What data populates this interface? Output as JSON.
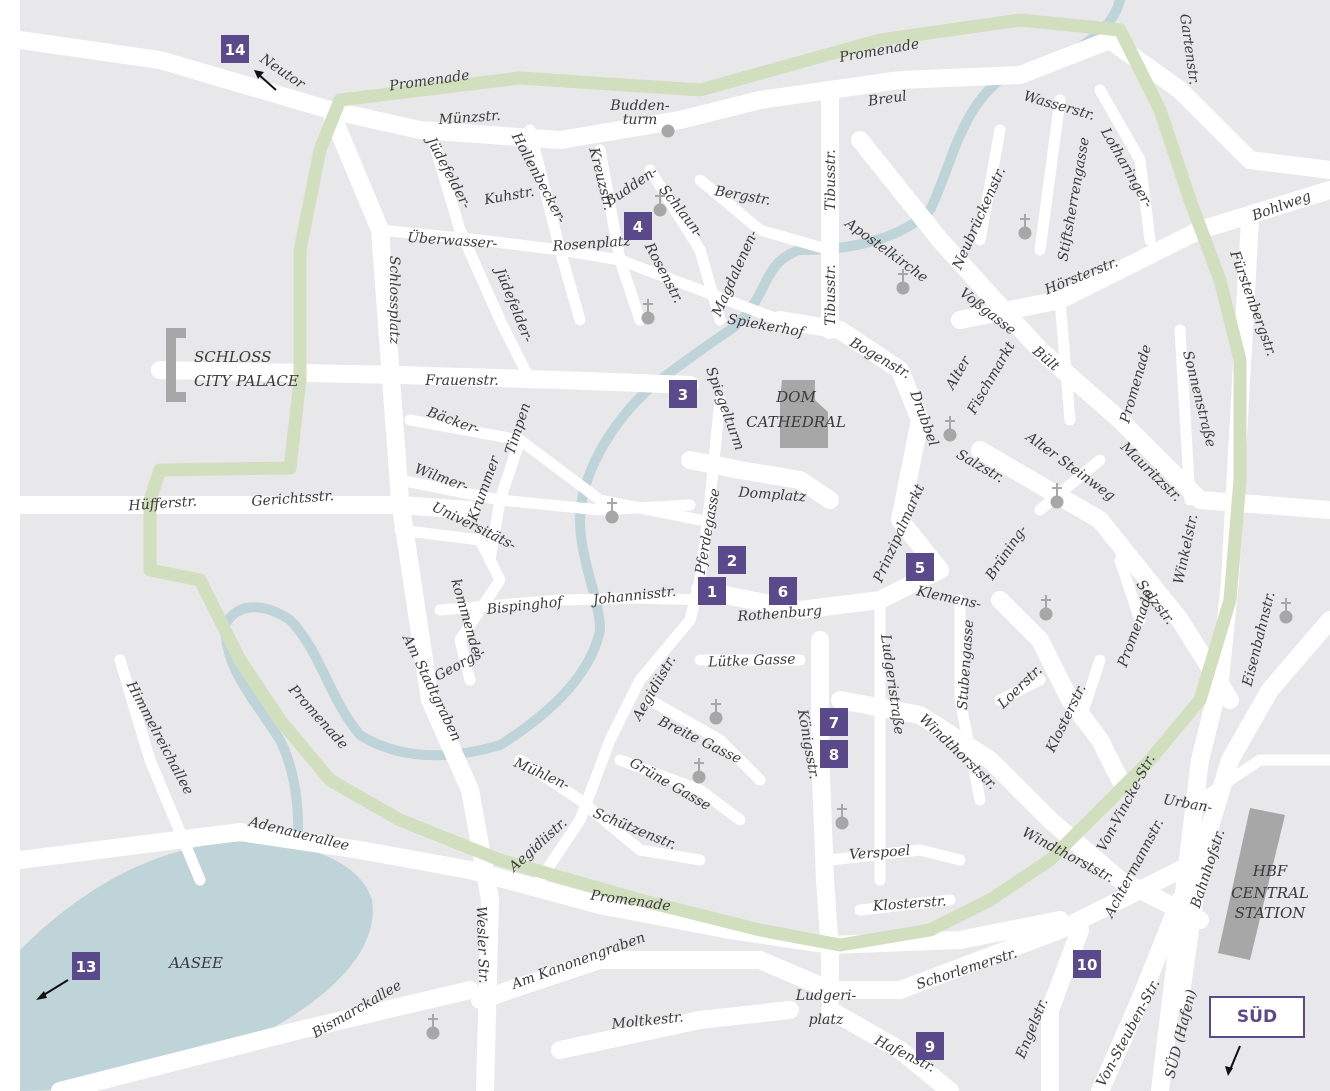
{
  "colors": {
    "land": "#e8e8ea",
    "road": "#ffffff",
    "promenade": "#d2dfbf",
    "water": "#bfd4d9",
    "marker": "#5b4a8b",
    "building": "#a7a7a7"
  },
  "landmarks": {
    "schloss_line1": "SCHLOSS",
    "schloss_line2": "CITY PALACE",
    "dom_line1": "DOM",
    "dom_line2": "CATHEDRAL",
    "hbf_line1": "HBF",
    "hbf_line2": "CENTRAL",
    "hbf_line3": "STATION",
    "aasee": "AASEE",
    "buddenturm_line1": "Budden-",
    "buddenturm_line2": "turm",
    "ludgeriplatz_line1": "Ludgeri-",
    "ludgeriplatz_line2": "platz"
  },
  "markers": [
    "1",
    "2",
    "3",
    "4",
    "5",
    "6",
    "7",
    "8",
    "9",
    "10",
    "13",
    "14"
  ],
  "sud_button": "SÜD",
  "icons": [
    "church-icon",
    "tower-icon",
    "direction-arrow-icon"
  ],
  "streets": [
    "Promenade",
    "Promenade",
    "Promenade",
    "Promenade",
    "Promenade",
    "Promenade",
    "Neutor",
    "Münzstr.",
    "Breul",
    "Gartenstr.",
    "Wasserstr.",
    "Lotharinger-",
    "Stiftsherrengasse",
    "Neubrückenstr.",
    "Bohlweg",
    "Fürstenbergstr.",
    "Jüdefelder-",
    "Kuhstr.",
    "Hollenbecker-",
    "Kreuzstr.",
    "Budden-",
    "Schlaun-",
    "Bergstr.",
    "Tibusstr.",
    "Tibusstr.",
    "Überwasser-",
    "Rosenplatz",
    "Jüdefelder-",
    "Rosenstr.",
    "Magdalenen-",
    "Apostelkirche",
    "Hörsterstr.",
    "Voßgasse",
    "Schlossplatz",
    "Spiekerhof",
    "Bogenstr.",
    "Alter",
    "Fischmarkt",
    "Bült",
    "Sonnenstraße",
    "Frauenstr.",
    "Spiegelturm",
    "Bäcker-",
    "Timpen",
    "Drubbel",
    "Salzstr.",
    "Alter Steinweg",
    "Mauritzstr.",
    "Wilmer-",
    "Krummer",
    "Domplatz",
    "Prinzipalmarkt",
    "Hüfferstr.",
    "Gerichtsstr.",
    "Universitäts-",
    "Pferdegasse",
    "Brüning-",
    "Winkelstr.",
    "Eisenbahnstr.",
    "Georgs-",
    "kommende",
    "Bispinghof",
    "Johannisstr.",
    "Rothenburg",
    "Klemens-",
    "Salzstr.",
    "Am Stadtgraben",
    "Lütke Gasse",
    "Ludgeristraße",
    "Stubengasse",
    "Aegidiistr.",
    "Breite Gasse",
    "Königsstr.",
    "Windthorststr.",
    "Loerstr.",
    "Himmelreichallee",
    "Mühlen-",
    "Grüne Gasse",
    "Klosterstr.",
    "Von-Vincke-Str.",
    "Urban-",
    "Schützenstr.",
    "Adenauerallee",
    "Aegidiistr.",
    "Windthorststr.",
    "Achtermannstr.",
    "Bahnhofstr.",
    "Verspoel",
    "Klosterstr.",
    "Wesler Str.",
    "Am Kanonengraben",
    "Schorlemerstr.",
    "Von-Steuben-Str.",
    "Bismarckallee",
    "Moltkestr.",
    "Engelstr.",
    "SÜD (Hafen)",
    "Hafenstr."
  ]
}
